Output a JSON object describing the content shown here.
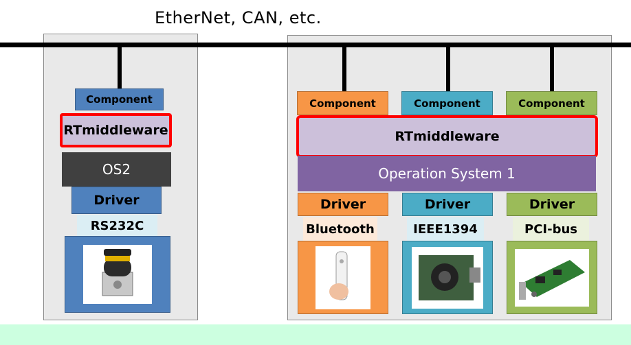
{
  "network": {
    "label": "EtherNet, CAN, etc."
  },
  "left_node": {
    "component": "Component",
    "middleware": "RTmiddleware",
    "os": "OS2",
    "driver": "Driver",
    "interface": "RS232C",
    "device_icon": "laser-range-finder-icon"
  },
  "right_node": {
    "middleware": "RTmiddleware",
    "os": "Operation System 1",
    "columns": [
      {
        "component": "Component",
        "driver": "Driver",
        "interface": "Bluetooth",
        "color": "#f79646",
        "device_icon": "wii-remote-icon"
      },
      {
        "component": "Component",
        "driver": "Driver",
        "interface": "IEEE1394",
        "color": "#4bacc6",
        "device_icon": "camera-board-icon"
      },
      {
        "component": "Component",
        "driver": "Driver",
        "interface": "PCI-bus",
        "color": "#9bbb59",
        "device_icon": "pci-card-icon"
      }
    ]
  },
  "colors": {
    "left_blue": "#4f81bd",
    "os2_gray": "#404040",
    "os1_purple": "#8064a2",
    "middleware_fill": "#ccc0da",
    "highlight_red": "#ff0000",
    "footer_green": "#ccffe0"
  }
}
